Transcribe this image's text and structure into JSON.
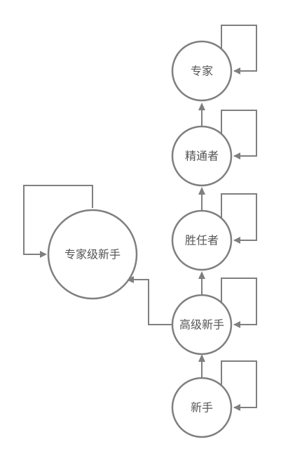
{
  "nodes": {
    "expert": {
      "label": "专家"
    },
    "proficient": {
      "label": "精通者"
    },
    "competent": {
      "label": "胜任者"
    },
    "advanced_beginner": {
      "label": "高级新手"
    },
    "novice": {
      "label": "新手"
    },
    "expert_level_novice": {
      "label": "专家级新手"
    }
  },
  "colors": {
    "stroke": "#7f7f7f",
    "text": "#555555",
    "background": "#ffffff"
  }
}
